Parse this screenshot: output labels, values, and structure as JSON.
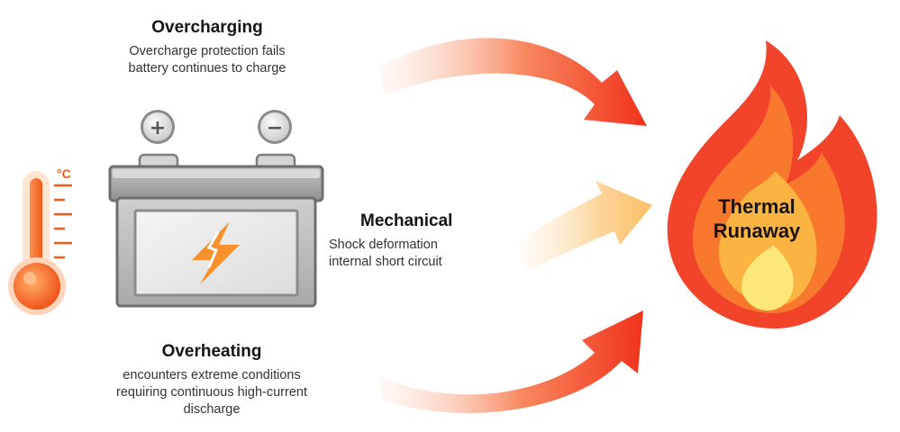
{
  "causes": {
    "overcharging": {
      "title": "Overcharging",
      "line1": "Overcharge protection fails",
      "line2": "battery continues to charge"
    },
    "mechanical": {
      "title": "Mechanical",
      "line1": "Shock deformation",
      "line2": "internal short circuit"
    },
    "overheating": {
      "title": "Overheating",
      "line1": "encounters extreme conditions",
      "line2": "requiring continuous high-current",
      "line3": "discharge"
    }
  },
  "result": {
    "line1": "Thermal",
    "line2": "Runaway"
  },
  "thermometer": {
    "unit": "°C"
  },
  "battery": {
    "positive_symbol": "+",
    "negative_symbol": "−"
  },
  "colors": {
    "arrow_red": "#f0321c",
    "arrow_orange": "#fa9a5e",
    "arrow_yellow": "#fbc062",
    "flame_outer": "#f2442a",
    "flame_mid": "#f8792e",
    "flame_inner": "#fbb341",
    "flame_core": "#fde67a",
    "thermo_orange": "#f56a23",
    "bolt_orange": "#f8912c"
  }
}
